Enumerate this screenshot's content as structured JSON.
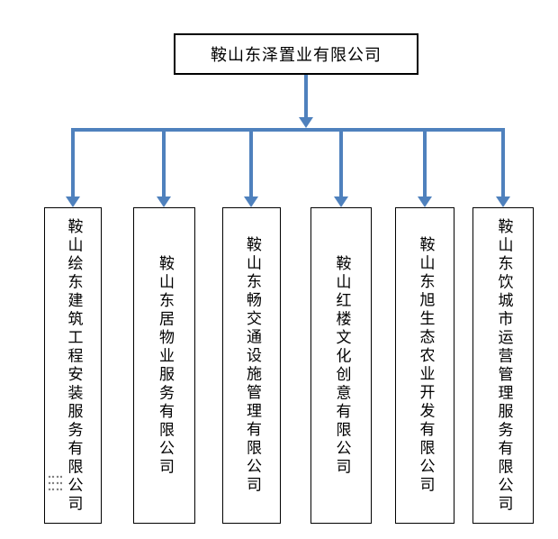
{
  "diagram": {
    "type": "org-chart",
    "root": {
      "label": "鞍山东泽置业有限公司"
    },
    "children": [
      {
        "label": "鞍山绘东建筑工程安装服务有限公司"
      },
      {
        "label": "鞍山东居物业服务有限公司"
      },
      {
        "label": "鞍山东畅交通设施管理有限公司"
      },
      {
        "label": "鞍山红楼文化创意有限公司"
      },
      {
        "label": "鞍山东旭生态农业开发有限公司"
      },
      {
        "label": "鞍山东饮城市运营管理服务有限公司"
      }
    ],
    "colors": {
      "connector": "#4F81BD",
      "box_border": "#000000",
      "text": "#000000",
      "background": "#FFFFFF",
      "anchor_dots": "#7F7F7F"
    },
    "icons": {
      "arrowhead": "down-arrowhead-icon",
      "anchor": "object-anchor-dots-icon"
    }
  }
}
